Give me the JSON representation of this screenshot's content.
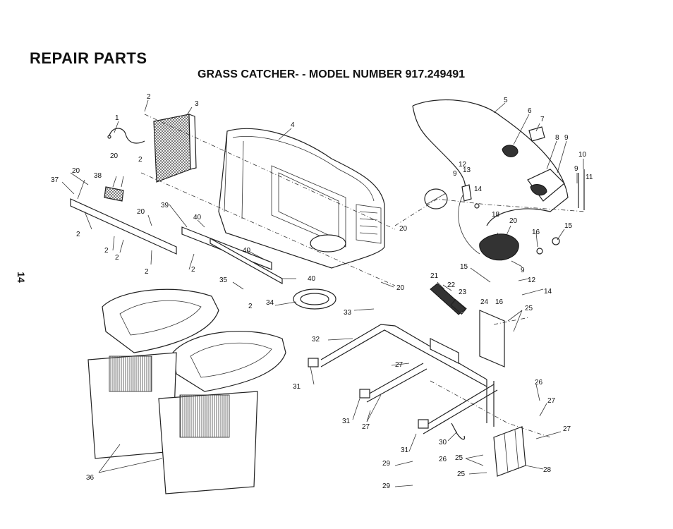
{
  "header": {
    "title": "REPAIR PARTS",
    "subtitle": "GRASS CATCHER- - MODEL NUMBER 917.249491",
    "page_number": "14"
  },
  "callouts": [
    {
      "id": "c2a",
      "label": "2"
    },
    {
      "id": "c3",
      "label": "3"
    },
    {
      "id": "c1",
      "label": "1"
    },
    {
      "id": "c4",
      "label": "4"
    },
    {
      "id": "c5",
      "label": "5"
    },
    {
      "id": "c6",
      "label": "6"
    },
    {
      "id": "c7",
      "label": "7"
    },
    {
      "id": "c8",
      "label": "8"
    },
    {
      "id": "c9a",
      "label": "9"
    },
    {
      "id": "c10",
      "label": "10"
    },
    {
      "id": "c9b",
      "label": "9"
    },
    {
      "id": "c11",
      "label": "11"
    },
    {
      "id": "c20a",
      "label": "20"
    },
    {
      "id": "c2b",
      "label": "2"
    },
    {
      "id": "c20b",
      "label": "20"
    },
    {
      "id": "c38",
      "label": "38"
    },
    {
      "id": "c37",
      "label": "37"
    },
    {
      "id": "c12a",
      "label": "12"
    },
    {
      "id": "c13",
      "label": "13"
    },
    {
      "id": "c9c",
      "label": "9"
    },
    {
      "id": "c14a",
      "label": "14"
    },
    {
      "id": "c39",
      "label": "39"
    },
    {
      "id": "c20c",
      "label": "20"
    },
    {
      "id": "c40a",
      "label": "40"
    },
    {
      "id": "c2c",
      "label": "2"
    },
    {
      "id": "c20d",
      "label": "20"
    },
    {
      "id": "c18",
      "label": "18"
    },
    {
      "id": "c20e",
      "label": "20"
    },
    {
      "id": "c16a",
      "label": "16"
    },
    {
      "id": "c15a",
      "label": "15"
    },
    {
      "id": "c2d",
      "label": "2"
    },
    {
      "id": "c2e",
      "label": "2"
    },
    {
      "id": "c40b",
      "label": "40"
    },
    {
      "id": "c2f",
      "label": "2"
    },
    {
      "id": "c2g",
      "label": "2"
    },
    {
      "id": "c15b",
      "label": "15"
    },
    {
      "id": "c9d",
      "label": "9"
    },
    {
      "id": "c35",
      "label": "35"
    },
    {
      "id": "c40c",
      "label": "40"
    },
    {
      "id": "c21",
      "label": "21"
    },
    {
      "id": "c22",
      "label": "22"
    },
    {
      "id": "c12b",
      "label": "12"
    },
    {
      "id": "c20f",
      "label": "20"
    },
    {
      "id": "c23",
      "label": "23"
    },
    {
      "id": "c14b",
      "label": "14"
    },
    {
      "id": "c34",
      "label": "34"
    },
    {
      "id": "c2h",
      "label": "2"
    },
    {
      "id": "c24",
      "label": "24"
    },
    {
      "id": "c16b",
      "label": "16"
    },
    {
      "id": "c25a",
      "label": "25"
    },
    {
      "id": "c33",
      "label": "33"
    },
    {
      "id": "c32",
      "label": "32"
    },
    {
      "id": "c27a",
      "label": "27"
    },
    {
      "id": "c26a",
      "label": "26"
    },
    {
      "id": "c31a",
      "label": "31"
    },
    {
      "id": "c27b",
      "label": "27"
    },
    {
      "id": "c31b",
      "label": "31"
    },
    {
      "id": "c27c",
      "label": "27"
    },
    {
      "id": "c27d",
      "label": "27"
    },
    {
      "id": "c31c",
      "label": "31"
    },
    {
      "id": "c30",
      "label": "30"
    },
    {
      "id": "c29a",
      "label": "29"
    },
    {
      "id": "c26b",
      "label": "26"
    },
    {
      "id": "c25b",
      "label": "25"
    },
    {
      "id": "c28",
      "label": "28"
    },
    {
      "id": "c25c",
      "label": "25"
    },
    {
      "id": "c36",
      "label": "36"
    },
    {
      "id": "c29b",
      "label": "29"
    }
  ]
}
